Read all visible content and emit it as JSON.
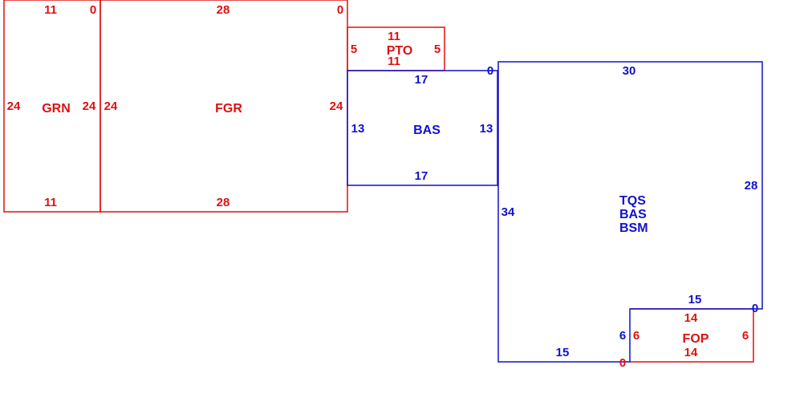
{
  "colors": {
    "red": "#dd1111",
    "blue": "#1111cc"
  },
  "rooms": {
    "grn": {
      "name": "GRN",
      "dims": {
        "top": "11",
        "corner": "0",
        "left": "24",
        "right": "24",
        "bottom": "11"
      }
    },
    "fgr": {
      "name": "FGR",
      "dims": {
        "top": "28",
        "corner": "0",
        "left": "24",
        "right": "24",
        "bottom": "28"
      }
    },
    "pto": {
      "name": "PTO",
      "dims": {
        "top": "11",
        "left": "5",
        "right": "5",
        "bottom": "11"
      }
    },
    "bas": {
      "name": "BAS",
      "dims": {
        "top": "17",
        "left": "13",
        "right": "13",
        "bottom": "17",
        "corner": "0"
      }
    },
    "tqs": {
      "names": [
        "TQS",
        "BAS",
        "BSM"
      ],
      "dims": {
        "top": "30",
        "right": "28",
        "left": "34",
        "bottom": "15",
        "step_top": "15",
        "step_corner": "0",
        "step_side": "6"
      }
    },
    "fop": {
      "name": "FOP",
      "dims": {
        "top": "14",
        "bottom": "14",
        "left": "6",
        "right": "6",
        "corner": "0"
      }
    }
  }
}
